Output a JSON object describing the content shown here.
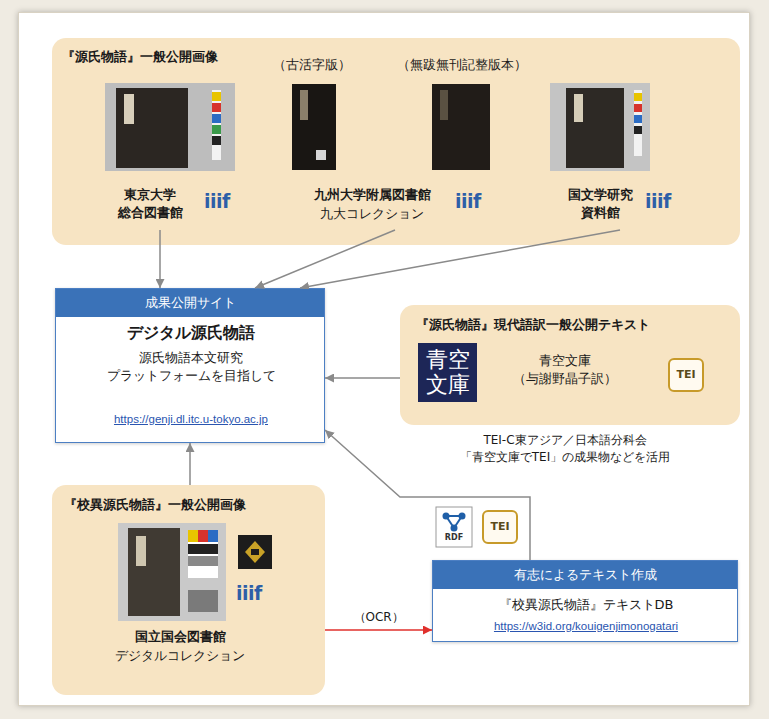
{
  "diagram": {
    "nodes": [
      {
        "text": [
          "『源氏物語』一般公開画像"
        ]
      },
      {
        "text": [
          "東京大学 総合図書館"
        ],
        "in": 0
      },
      {
        "text": [
          "（古活字版）",
          "（無跋無刊記整版本）",
          "九州大学附属図書館",
          "九大コレクション"
        ],
        "in": 0
      },
      {
        "text": [
          "国文学研究 資料館"
        ],
        "in": 0
      },
      {
        "text": [
          "成果公開サイト",
          "デジタル源氏物語",
          "源氏物語本文研究 プラットフォームを目指して",
          "https://genji.dl.itc.u-tokyo.ac.jp"
        ]
      },
      {
        "text": [
          "『源氏物語』現代語訳一般公開テキスト",
          "青空文庫 （与謝野晶子訳）"
        ]
      },
      {
        "text": [
          "『校異源氏物語』一般公開画像",
          "国立国会図書館",
          "デジタルコレクション"
        ]
      },
      {
        "text": [
          "有志によるテキスト作成",
          "『校異源氏物語』テキストDB",
          "https://w3id.org/kouigenjimonogatari"
        ]
      }
    ],
    "edges": [
      {
        "from": 1,
        "to": 4,
        "arrow": "to"
      },
      {
        "from": 2,
        "to": 4,
        "arrow": "to"
      },
      {
        "from": 3,
        "to": 4,
        "arrow": "to"
      },
      {
        "from": 5,
        "to": 4,
        "arrow": "to"
      },
      {
        "from": 6,
        "to": 4,
        "arrow": "to"
      },
      {
        "from": 7,
        "to": 4,
        "arrow": "to"
      },
      {
        "from": 6,
        "to": 7,
        "label": "（OCR）",
        "arrow": "to"
      }
    ],
    "labels": [
      "iiif",
      "iiif",
      "iiif",
      "青空文庫",
      "TEI",
      "TEI-C東アジア／日本語分科会 「青空文庫でTEI」の成果物などを活用",
      "RDF",
      "TEI",
      "iiif"
    ]
  }
}
